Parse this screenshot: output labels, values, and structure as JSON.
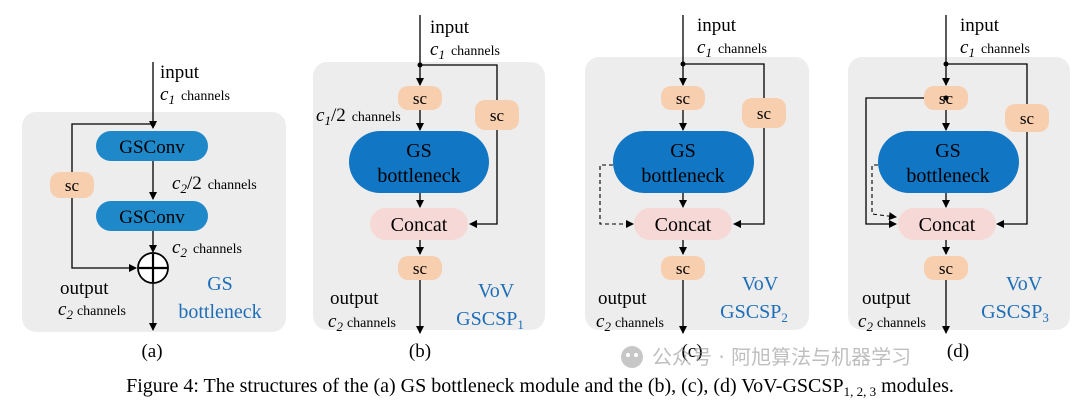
{
  "labels": {
    "input": "input",
    "c1": "c",
    "c1_sub": "1",
    "channels": "channels",
    "c2": "c",
    "c2_sub": "2",
    "half": "/2",
    "sc": "sc",
    "gsconv": "GSConv",
    "gs": "GS",
    "bottleneck": "bottleneck",
    "concat": "Concat",
    "output": "output"
  },
  "panels": [
    {
      "tag": "(a)",
      "title_line1": "GS",
      "title_line2": "bottleneck"
    },
    {
      "tag": "(b)",
      "title_line1": "VoV",
      "title_line2": "GSCSP",
      "title_sub": "1"
    },
    {
      "tag": "(c)",
      "title_line1": "VoV",
      "title_line2": "GSCSP",
      "title_sub": "2"
    },
    {
      "tag": "(d)",
      "title_line1": "VoV",
      "title_line2": "GSCSP",
      "title_sub": "3"
    }
  ],
  "caption": {
    "text": "Figure 4: The structures of the (a) GS bottleneck module and the (b), (c), (d) VoV-GSCSP",
    "sub": "1, 2, 3",
    "end": " modules."
  },
  "watermark": "公众号 · 阿旭算法与机器学习",
  "colors": {
    "gsconv": "#1e88c9",
    "gs_bottleneck": "#1176c4",
    "sc": "#f8cfae",
    "concat": "#f6d9d6",
    "panel_bg": "#ededed",
    "title_blue": "#1d6eb8"
  }
}
